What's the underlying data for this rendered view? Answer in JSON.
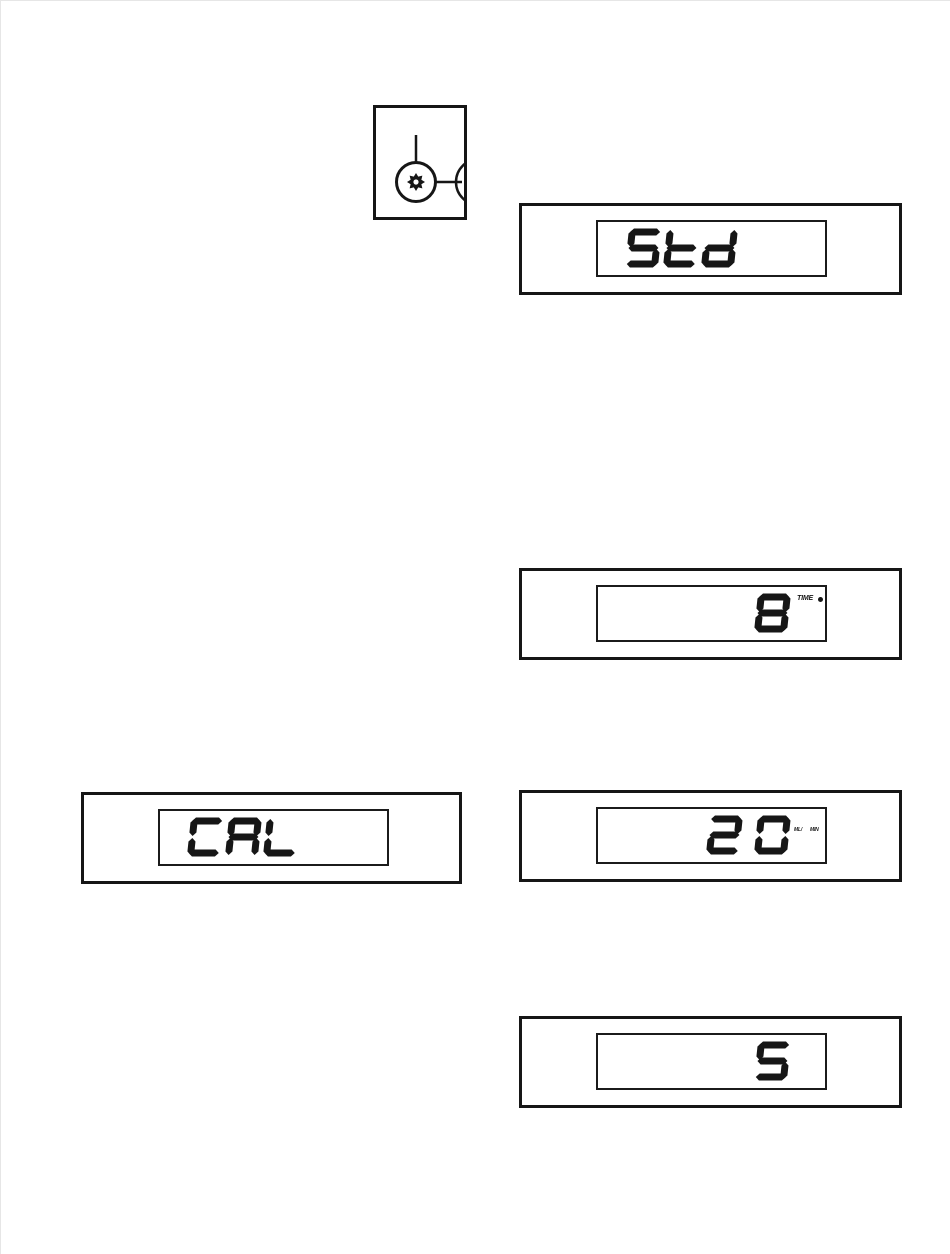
{
  "page": {
    "background": "#ffffff",
    "ink": "#161616"
  },
  "knob_figure": {
    "icon": "gear-knob-icon"
  },
  "displays": [
    {
      "id": "std",
      "value": "Std",
      "align": "left",
      "annunciators": []
    },
    {
      "id": "time",
      "value": "8",
      "align": "right",
      "annunciators": [
        {
          "label": "TIME",
          "indicator": "dot"
        }
      ]
    },
    {
      "id": "rate",
      "value": "20",
      "align": "right",
      "annunciators": [
        {
          "label": "ML/"
        },
        {
          "label": "MIN"
        }
      ]
    },
    {
      "id": "cal",
      "value": "CAL",
      "align": "left",
      "annunciators": []
    },
    {
      "id": "days",
      "value": "5",
      "align": "right",
      "annunciators": []
    }
  ]
}
